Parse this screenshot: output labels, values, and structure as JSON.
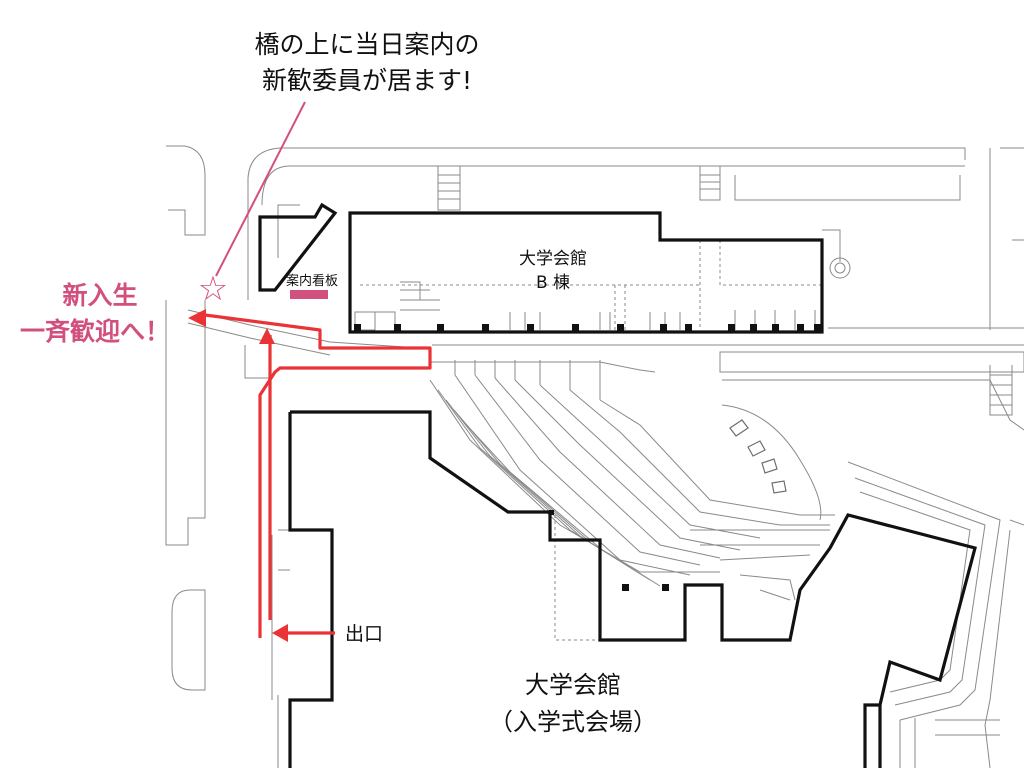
{
  "callout": {
    "line1": "橋の上に当日案内の",
    "line2": "新歓委員が居ます!",
    "star": "☆"
  },
  "welcome": {
    "line1": "新入生",
    "line2": "一斉歓迎へ！"
  },
  "labels": {
    "sign": "案内看板",
    "hall_b_line1": "大学会館",
    "hall_b_line2": "B 棟",
    "exit": "出口",
    "main_hall_line1": "大学会館",
    "main_hall_line2": "（入学式会場）"
  },
  "colors": {
    "route": "#ea3337",
    "accent": "#d2507e",
    "building_outline": "#111111",
    "background_lines": "#8a8a8a"
  }
}
